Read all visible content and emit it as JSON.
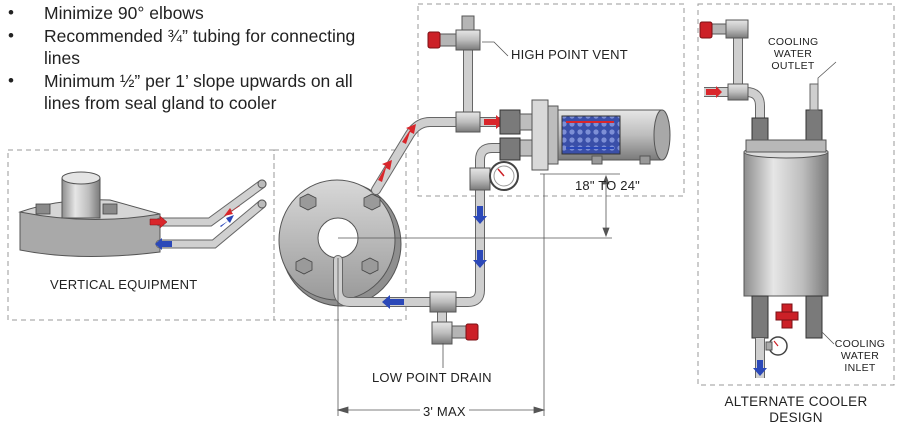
{
  "bullets": [
    "Minimize 90° elbows",
    "Recommended ¾” tubing for connecting lines",
    "Minimum ½” per 1’ slope upwards on all lines from seal gland to cooler"
  ],
  "labels": {
    "vertical_equipment": "VERTICAL EQUIPMENT",
    "high_point_vent": "HIGH POINT VENT",
    "low_point_drain": "LOW POINT DRAIN",
    "distance_18_24": "18\" TO 24\"",
    "max_distance": "3' MAX",
    "cooling_water_outlet_1": "COOLING",
    "cooling_water_outlet_2": "WATER",
    "cooling_water_outlet_3": "OUTLET",
    "cooling_water_inlet_1": "COOLING",
    "cooling_water_inlet_2": "WATER",
    "cooling_water_inlet_3": "INLET",
    "alternate_cooler_1": "ALTERNATE COOLER",
    "alternate_cooler_2": "DESIGN"
  },
  "colors": {
    "flow_red": "#d9262b",
    "flow_blue": "#2b48b8",
    "valve_red": "#cc2027",
    "pipe": "#c9c9c9",
    "outline": "#555555",
    "dashed": "#9a9a9a"
  }
}
